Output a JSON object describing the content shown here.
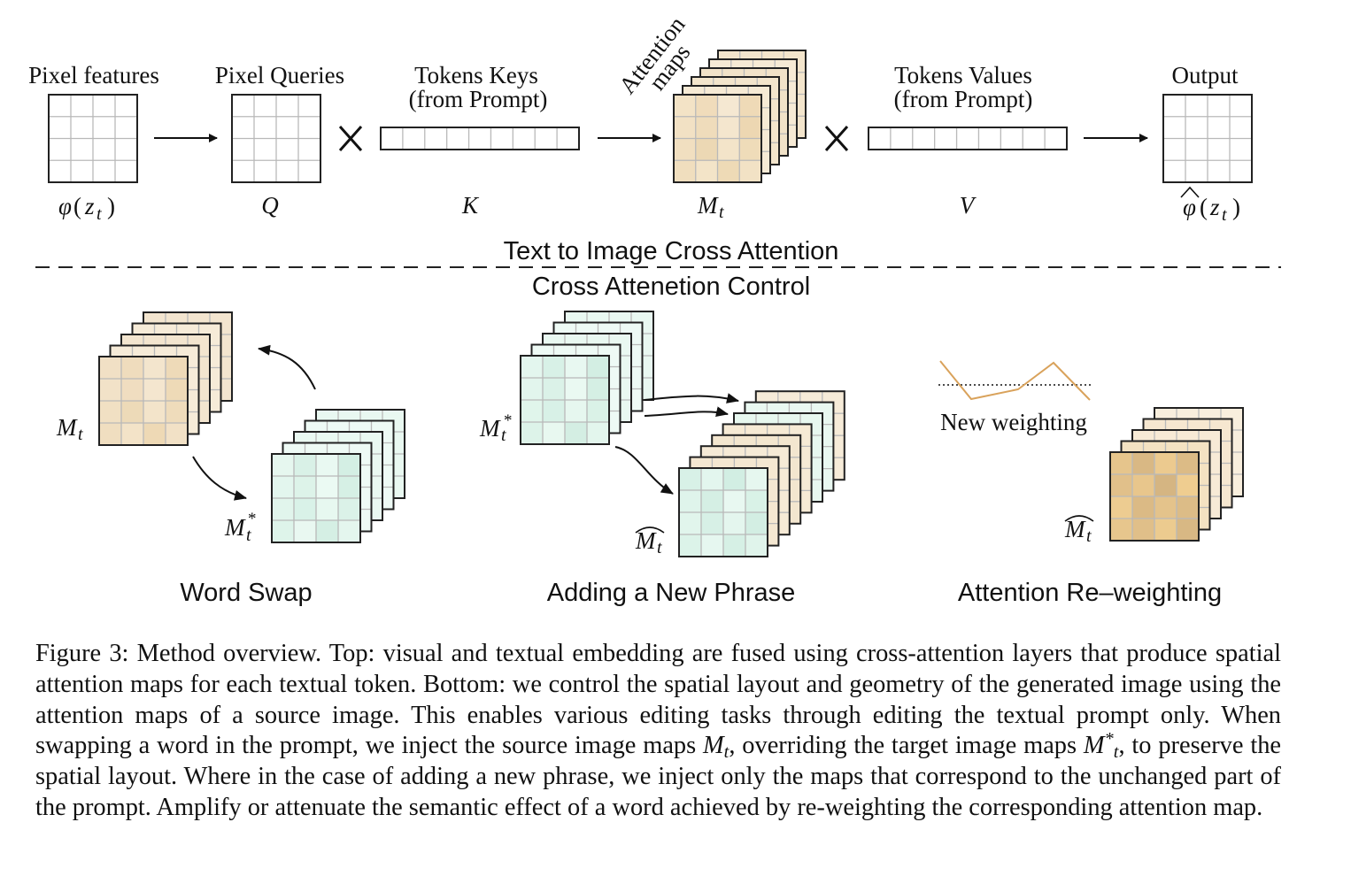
{
  "top": {
    "pixel_features": "Pixel features",
    "pixel_queries": "Pixel Queries",
    "tokens_keys_1": "Tokens Keys",
    "tokens_keys_2": "(from Prompt)",
    "attention_maps_1": "Attention",
    "attention_maps_2": "maps",
    "tokens_values_1": "Tokens Values",
    "tokens_values_2": "(from Prompt)",
    "output": "Output",
    "phi": "φ",
    "z": "z",
    "t": "t",
    "q": "Q",
    "k": "K",
    "m": "M",
    "v": "V",
    "times": "X"
  },
  "sections": {
    "top_title": "Text to Image Cross Attention",
    "bottom_title": "Cross Attenetion Control"
  },
  "bottom": {
    "m": "M",
    "t": "t",
    "star": "*",
    "new_weighting": "New weighting",
    "word_swap": "Word Swap",
    "adding_phrase": "Adding a New Phrase",
    "reweighting": "Attention Re–weighting"
  },
  "caption": {
    "p1": "Figure 3: Method overview. Top: visual and textual embedding are fused using cross-attention layers that produce spatial attention maps for each textual token. Bottom: we control the spatial layout and geometry of the generated image using the attention maps of a source image. This enables various editing tasks through editing the textual prompt only. When swapping a word in the prompt, we inject the source image maps ",
    "m": "M",
    "t": "t",
    "star": "*",
    "p2": ", overriding the target image maps ",
    "p3": ", to preserve the spatial layout. Where in the case of adding a new phrase, we inject only the maps that correspond to the unchanged part of the prompt. Amplify or attenuate the semantic effect of a word achieved by re-weighting the corresponding attention map."
  },
  "colors": {
    "line": "#222222",
    "grid": "#b9b9b9",
    "warm_light": "#f7ebd6",
    "warm": "#ecd9b4",
    "teal_light": "#ebfaf3",
    "teal": "#cfeee3",
    "weighting_line": "#d9a25b"
  }
}
